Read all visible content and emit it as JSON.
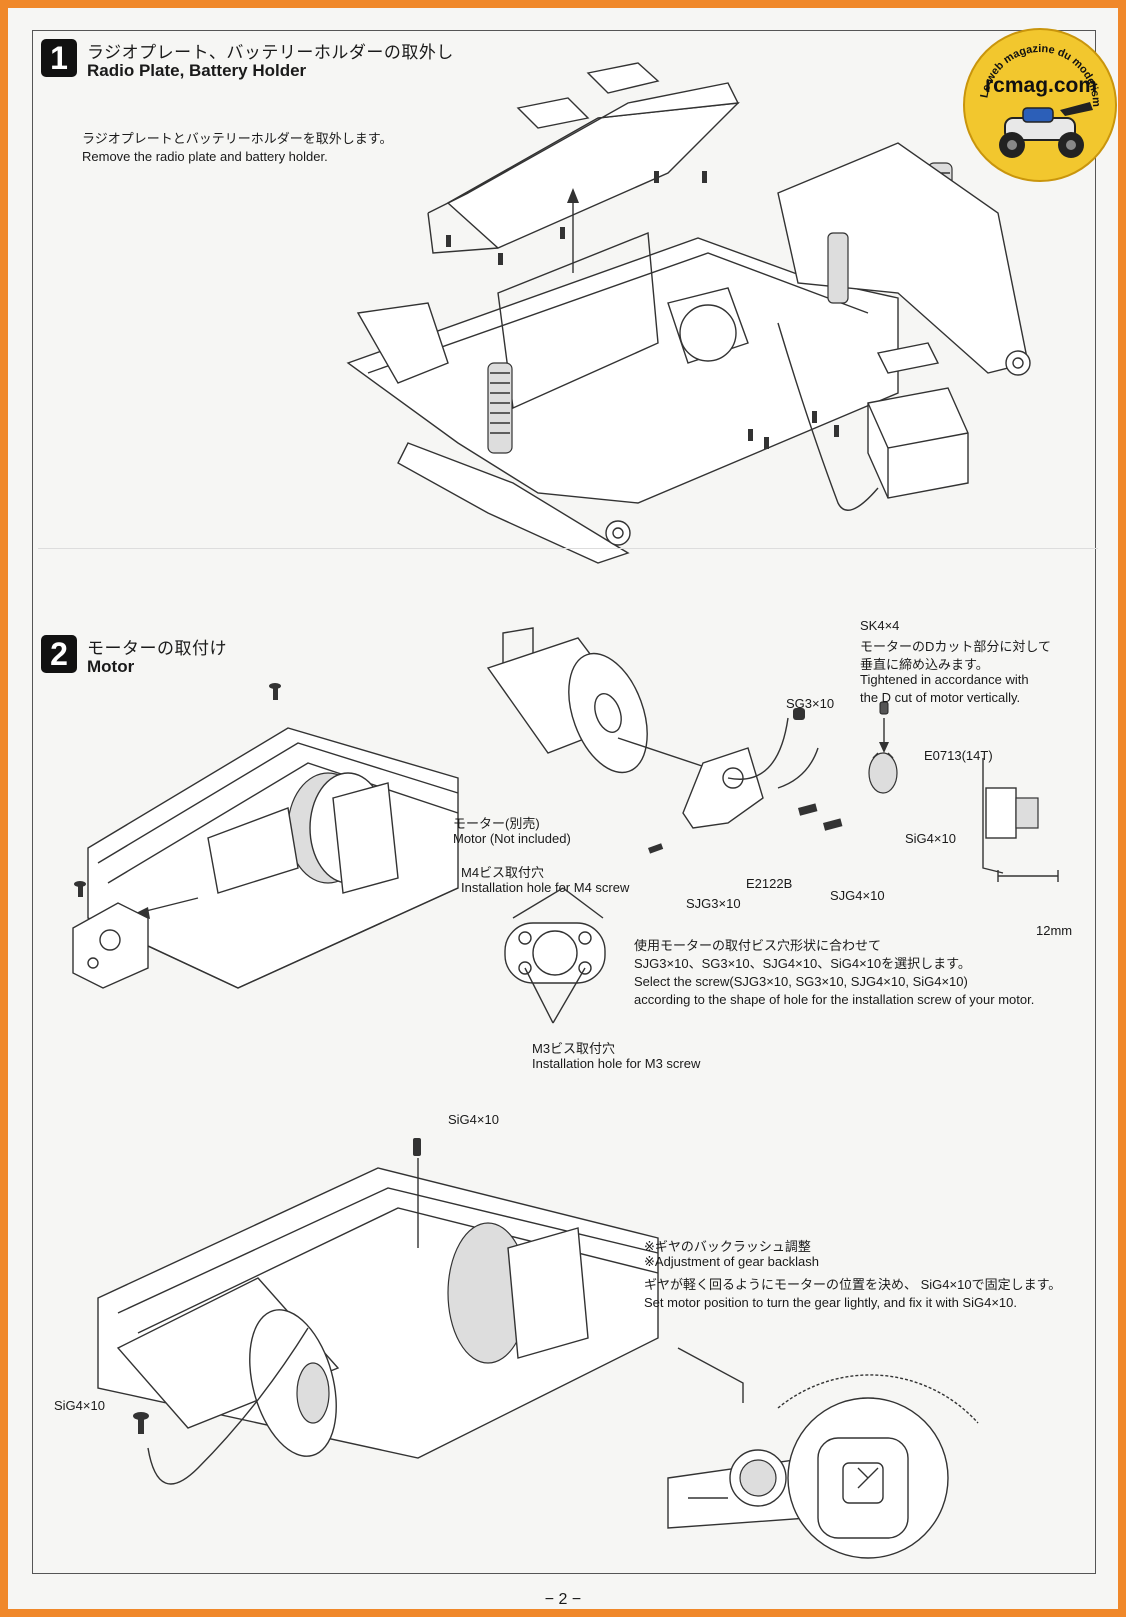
{
  "logo": {
    "ring_text": "Le web magazine du modelisme",
    "brand": "rcmag.com",
    "colors": {
      "badge": "#f2c72e",
      "page_border": "#f0882a"
    }
  },
  "step1": {
    "number": "1",
    "title_jp": "ラジオプレート、バッテリーホルダーの取外し",
    "title_en": "Radio Plate, Battery Holder",
    "desc_jp": "ラジオプレートとバッテリーホルダーを取外します。",
    "desc_en": "Remove the radio plate and battery holder."
  },
  "step2": {
    "number": "2",
    "title_jp": "モーターの取付け",
    "title_en": "Motor",
    "sk_label": "SK4×4",
    "sk_note_jp_1": "モーターのDカット部分に対して",
    "sk_note_jp_2": "垂直に締め込みます。",
    "sk_note_en_1": "Tightened in accordance with",
    "sk_note_en_2": "the D cut of motor vertically.",
    "sg3_label": "SG3×10",
    "pinion_label": "E0713(14T)",
    "sig4_label": "SiG4×10",
    "motor_jp": "モーター(別売)",
    "motor_en": "Motor (Not included)",
    "mount_label": "E2122B",
    "sjg4_label": "SJG4×10",
    "sjg3_label": "SJG3×10",
    "dim_label": "12mm",
    "m4_jp": "M4ビス取付穴",
    "m4_en": "Installation hole for M4 screw",
    "m3_jp": "M3ビス取付穴",
    "m3_en": "Installation hole for M3 screw",
    "select_jp": "使用モーターの取付ビス穴形状に合わせて",
    "select_jp2": "SJG3×10、SG3×10、SJG4×10、SiG4×10を選択します。",
    "select_en": "Select the screw(SJG3×10, SG3×10, SJG4×10, SiG4×10)",
    "select_en2": "according to the shape of hole for the installation screw of your motor."
  },
  "step3": {
    "sig4_top": "SiG4×10",
    "sig4_left": "SiG4×10",
    "backlash_jp": "※ギヤのバックラッシュ調整",
    "backlash_en": "※Adjustment of gear backlash",
    "fix_jp": "ギヤが軽く回るようにモーターの位置を決め、 SiG4×10で固定します。",
    "fix_en": "Set motor position to turn the gear lightly, and fix it with  SiG4×10."
  },
  "page_number": "− 2 −"
}
